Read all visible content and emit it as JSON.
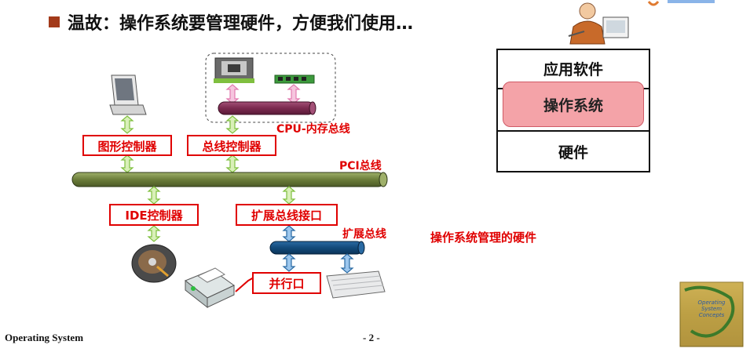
{
  "slide": {
    "title": "温故：操作系统要管理硬件，方便我们使用…",
    "buses": {
      "cpu_mem_bus": "CPU-内存总线",
      "pci_bus": "PCI总线",
      "expansion_bus": "扩展总线"
    },
    "controllers": {
      "graphics": "图形控制器",
      "bus": "总线控制器",
      "ide": "IDE控制器",
      "expansion_interface": "扩展总线接口",
      "parallel_port": "并行口"
    },
    "stack_layers": {
      "applications": "应用软件",
      "os": "操作系统",
      "hardware": "硬件"
    },
    "managed_hardware_label": "操作系统管理的硬件",
    "footer": {
      "course": "Operating System",
      "page": "- 2 -"
    },
    "colors": {
      "bullet": "#a33a1a",
      "red": "#e00000",
      "pci_bus": "#6b7d3a",
      "cpu_bus": "#7b2a4f",
      "expansion_bus": "#134a7a",
      "os_layer": "#f4a3a8"
    }
  }
}
